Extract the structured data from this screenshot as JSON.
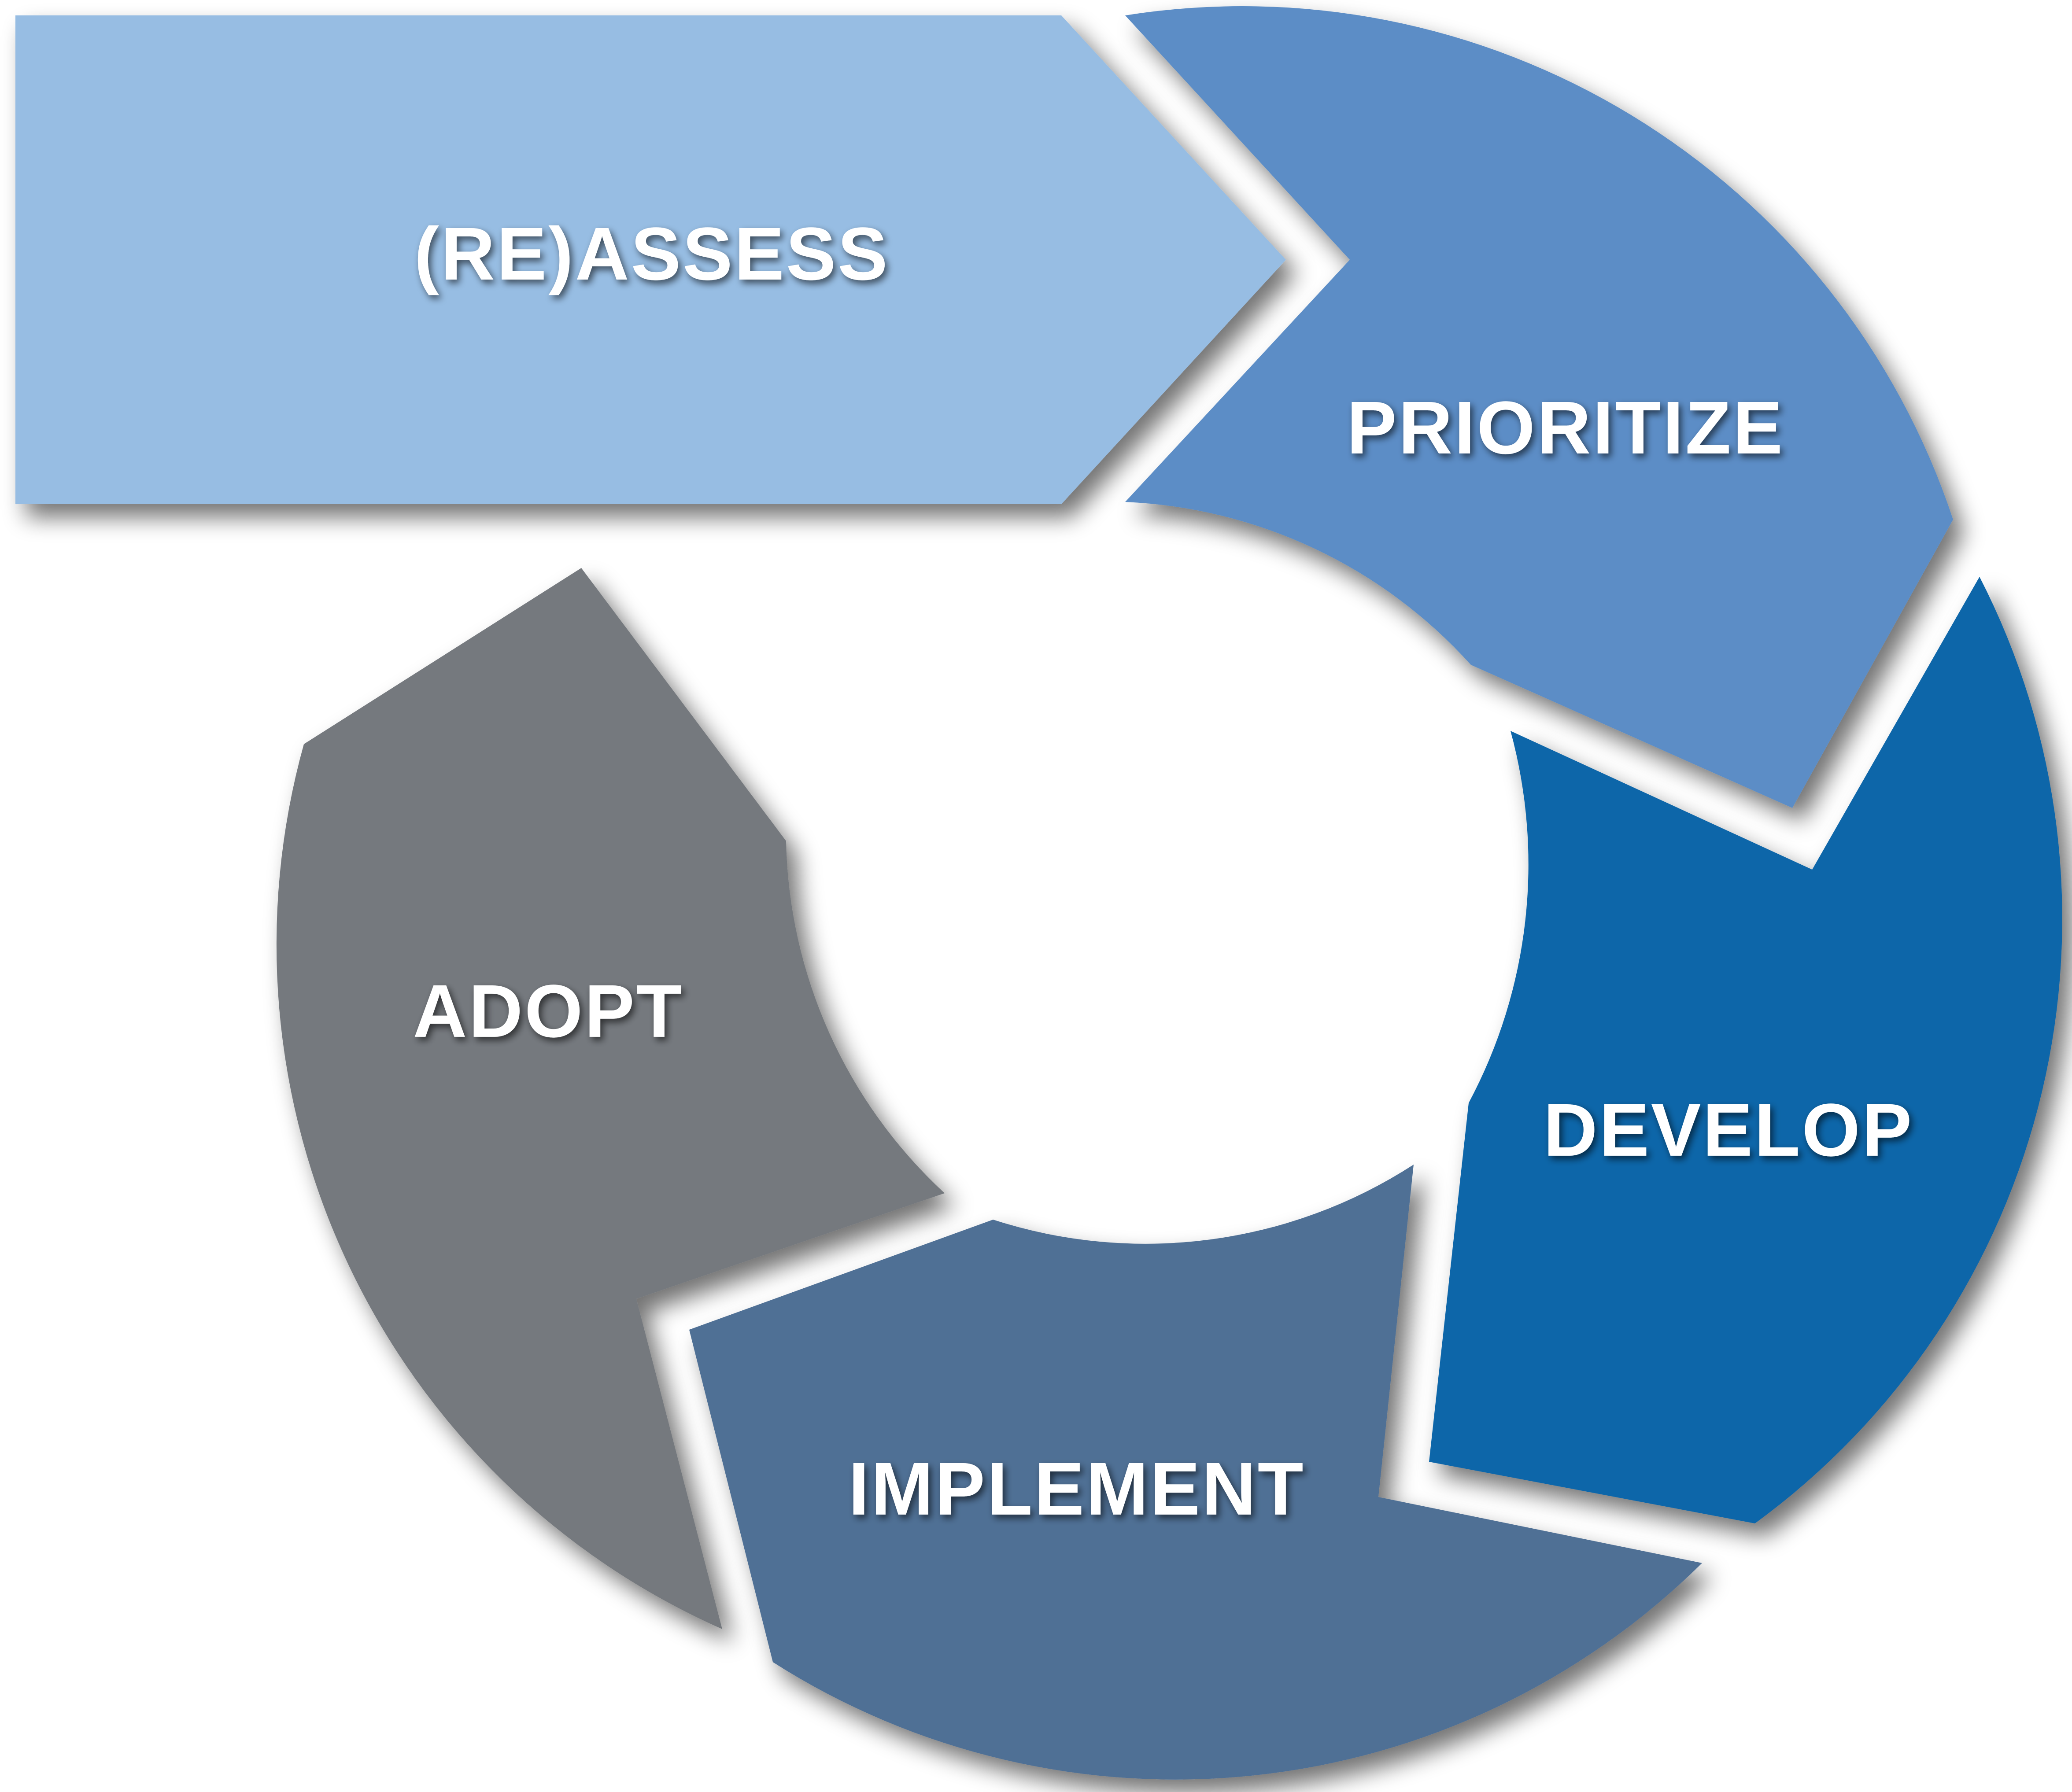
{
  "stages": [
    {
      "label": "(RE)ASSESS",
      "color": "#97BDE3"
    },
    {
      "label": "PRIORITIZE",
      "color": "#5B8DC6"
    },
    {
      "label": "DEVELOP",
      "color": "#1066A9"
    },
    {
      "label": "IMPLEMENT",
      "color": "#506F95"
    },
    {
      "label": "ADOPT",
      "color": "#75797E"
    }
  ]
}
